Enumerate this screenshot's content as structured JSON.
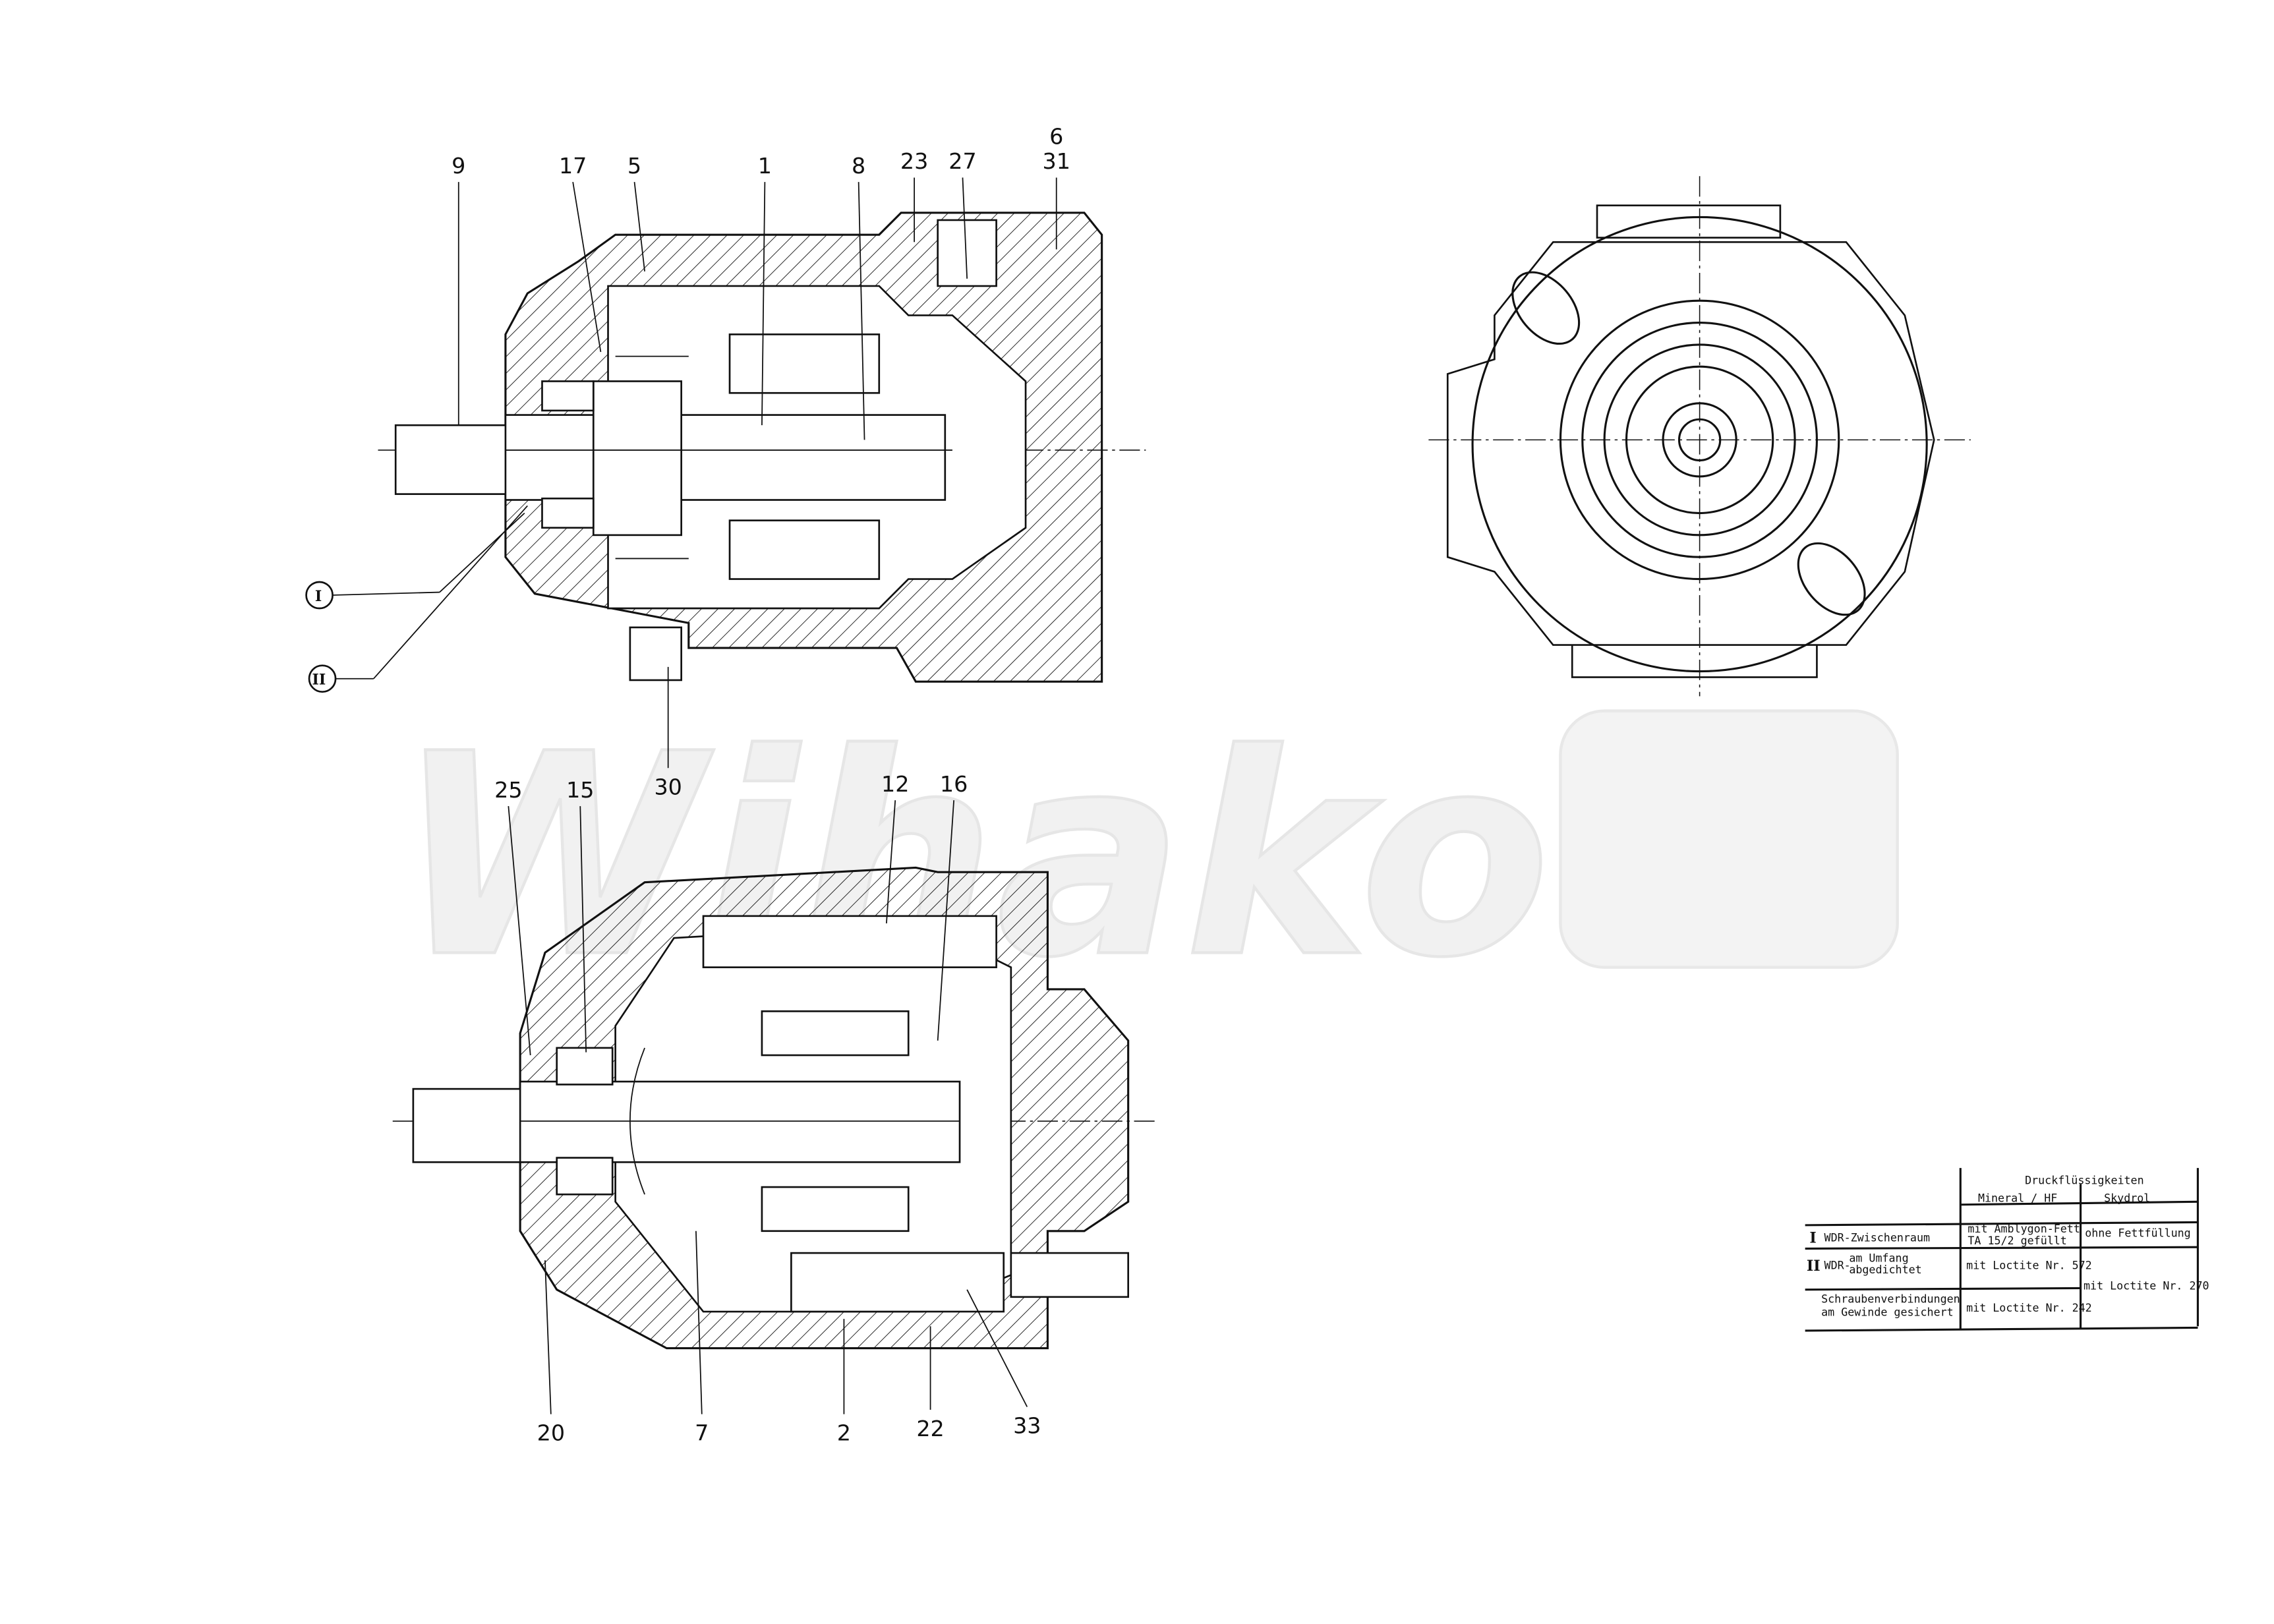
{
  "watermark": "Wihako",
  "top_view_labels": [
    "9",
    "17",
    "5",
    "1",
    "8",
    "23",
    "27",
    "6",
    "31",
    "30"
  ],
  "callouts": {
    "I": "I",
    "II": "II"
  },
  "bottom_view_labels": [
    "25",
    "15",
    "12",
    "16",
    "20",
    "7",
    "2",
    "22",
    "33"
  ],
  "table": {
    "header": "Druckflüssigkeiten",
    "col_mineral": "Mineral / HF",
    "col_skydrol": "Skydrol",
    "rows": [
      {
        "roman": "I",
        "label": "WDR-Zwischenraum",
        "mineral_1": "mit  Amblygon-Fett",
        "mineral_2": "TA 15/2  gefüllt",
        "skydrol": "ohne Fettfüllung"
      },
      {
        "roman": "II",
        "label_prefix": "WDR-",
        "label_1": "am Umfang",
        "label_2": "abgedichtet",
        "mineral": "mit Loctite Nr. 572"
      },
      {
        "label_1": "Schraubenverbindungen",
        "label_2": "am Gewinde gesichert",
        "mineral": "mit Loctite Nr. 242"
      }
    ],
    "skydrol_merged": "mit Loctite Nr. 270"
  }
}
